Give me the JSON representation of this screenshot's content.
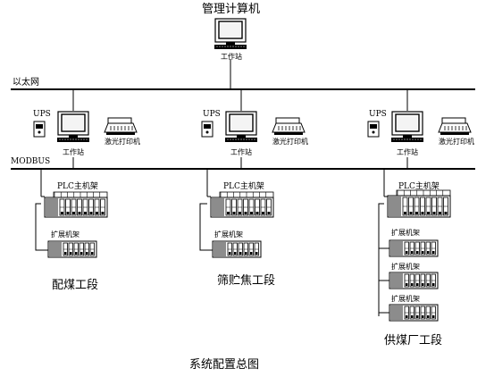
{
  "labels": {
    "mgmt_computer": "管理计算机",
    "workstation": "工作站",
    "ethernet": "以太网",
    "ups": "UPS",
    "laser_printer": "激光打印机",
    "modbus": "MODBUS",
    "plc_rack": "PLC主机架",
    "expansion_rack": "扩展机架",
    "diagram_title": "系统配置总图"
  },
  "sections": [
    {
      "name": "配煤工段"
    },
    {
      "name": "筛贮焦工段"
    },
    {
      "name": "供煤厂工段"
    }
  ]
}
